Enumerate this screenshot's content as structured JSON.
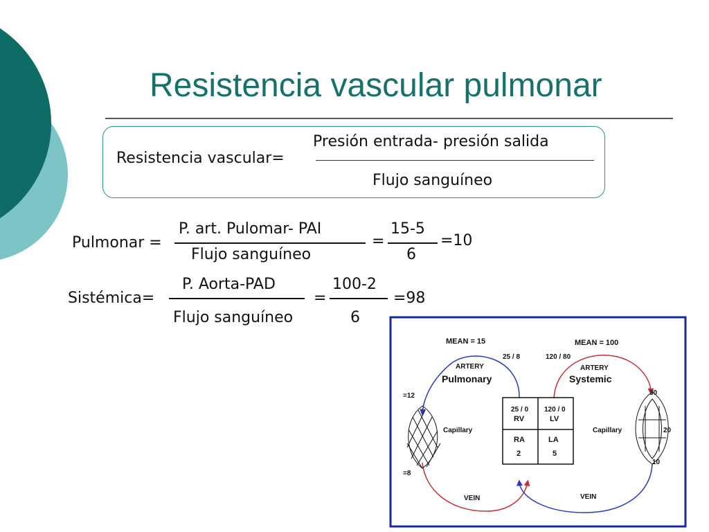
{
  "slide": {
    "title": "Resistencia vascular pulmonar"
  },
  "definition": {
    "lhs": "Resistencia vascular=",
    "numerator": "Presión entrada- presión salida",
    "denominator": "Flujo sanguíneo"
  },
  "pulmonar": {
    "lhs": "Pulmonar =",
    "numerator": "P. art. Pulomar- PAI",
    "denominator": "Flujo sanguíneo",
    "equals": "=",
    "value_num": "15-5",
    "value_den": "6",
    "result": "=10"
  },
  "sistemica": {
    "lhs": "Sistémica=",
    "numerator": "P. Aorta-PAD",
    "denominator": "Flujo sanguíneo",
    "equals": "=",
    "value_num": "100-2",
    "value_den": "6",
    "result": "=98"
  },
  "diagram": {
    "mean_pulmonary": "MEAN = 15",
    "mean_systemic": "MEAN = 100",
    "pa_pressure": "25 / 8",
    "ao_pressure": "120 / 80",
    "artery_left": "ARTERY",
    "artery_right": "ARTERY",
    "pulmonary_label": "Pulmonary",
    "systemic_label": "Systemic",
    "pulm_cap_in": "=12",
    "pulm_cap_out": "=8",
    "capillary_left": "Capillary",
    "capillary_right": "Capillary",
    "sys_30": "30",
    "sys_20": "20",
    "sys_10": "10",
    "rv_pressure": "25 / 0",
    "rv_label": "RV",
    "lv_pressure": "120 / 0",
    "lv_label": "LV",
    "ra_label": "RA",
    "ra_value": "2",
    "la_label": "LA",
    "la_value": "5",
    "vein_left": "VEIN",
    "vein_right": "VEIN",
    "colors": {
      "frame": "#1a2a9a",
      "artery": "#2a3ab8",
      "vein": "#c0303a",
      "teal_dark": "#0e6b66",
      "teal_light": "#7cc4c6"
    }
  }
}
